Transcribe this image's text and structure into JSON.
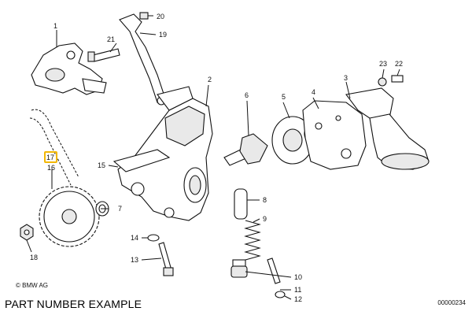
{
  "highlight_color": "#f2b705",
  "callouts": {
    "c1": "1",
    "c2": "2",
    "c3": "3",
    "c4": "4",
    "c5": "5",
    "c6": "6",
    "c7": "7",
    "c8": "8",
    "c9": "9",
    "c10": "10",
    "c11": "11",
    "c12": "12",
    "c13": "13",
    "c14": "14",
    "c15": "15",
    "c16": "16",
    "c17": "17",
    "c18": "18",
    "c19": "19",
    "c20": "20",
    "c21": "21",
    "c22": "22",
    "c23": "23"
  },
  "copyright": "© BMW AG",
  "caption": "PART NUMBER EXAMPLE",
  "doc_number": "00000234"
}
